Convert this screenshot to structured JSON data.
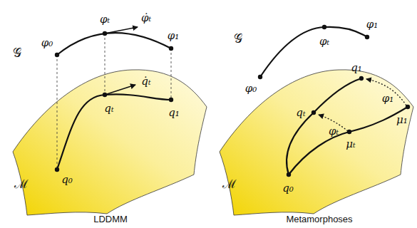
{
  "diagram": {
    "labels": [
      "φ₀",
      "φₜ",
      "φ̇ₜ",
      "φ₁",
      "𝒢",
      "qₜ",
      "q̇ₜ",
      "q₁",
      "q₀",
      "ℳ",
      "LDDMM",
      "𝒢",
      "φ₀",
      "φₜ",
      "φ₁",
      "q₁",
      "qₜ",
      "φₜ",
      "φ₁",
      "μₜ",
      "μ₁",
      "q₀",
      "ℳ",
      "Metamorphoses"
    ]
  }
}
